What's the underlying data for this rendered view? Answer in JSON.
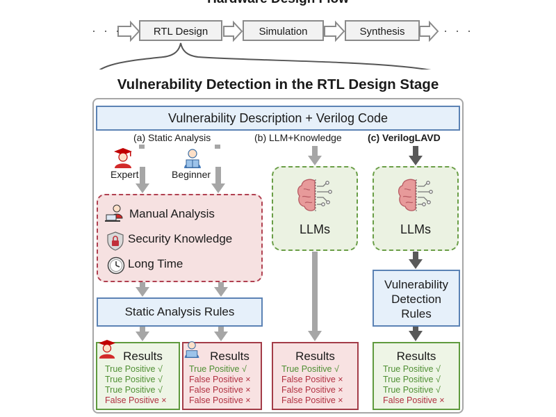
{
  "flow": {
    "title": "Hardware Design Flow",
    "left_dots": "· · ·",
    "right_dots": "· · ·",
    "stages": [
      "RTL Design",
      "Simulation",
      "Synthesis"
    ]
  },
  "main_title": "Vulnerability Detection in the RTL Design Stage",
  "input_box": "Vulnerability Description + Verilog Code",
  "methods": {
    "a": "(a) Static Analysis",
    "b": "(b) LLM+Knowledge",
    "c": "(c) VerilogLAVD"
  },
  "users": {
    "expert": "Expert",
    "beginner": "Beginner"
  },
  "static_items": [
    "Manual Analysis",
    "Security Knowledge",
    "Long Time"
  ],
  "rules_box": "Static Analysis Rules",
  "llm_label_b": "LLMs",
  "llm_label_c": "LLMs",
  "detection_rules": [
    "Vulnerability",
    "Detection",
    "Rules"
  ],
  "results": [
    {
      "title": "Results",
      "lines": [
        "True Positive  √",
        "True Positive  √",
        "True Positive  √",
        "False Positive ×"
      ]
    },
    {
      "title": "Results",
      "lines": [
        "True Positive  √",
        "False Positive ×",
        "False Positive ×",
        "False Positive ×"
      ]
    },
    {
      "title": "Results",
      "lines": [
        "True Positive  √",
        "False Positive ×",
        "False Positive ×",
        "False Positive ×"
      ]
    },
    {
      "title": "Results",
      "lines": [
        "True Positive  √",
        "True Positive  √",
        "True Positive  √",
        "False Positive ×"
      ]
    }
  ],
  "colors": {
    "green": "#4f8f33",
    "red": "#b03040",
    "blue_border": "#5b82b4",
    "arrow": "#a6a6a6",
    "dark_arrow": "#595959"
  }
}
